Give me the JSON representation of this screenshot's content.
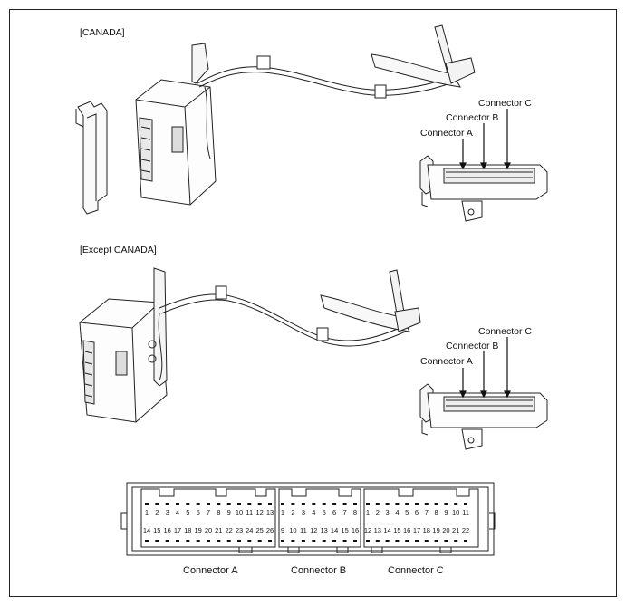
{
  "sections": {
    "canada": {
      "title": "[CANADA]",
      "connector_c": "Connector C",
      "connector_b": "Connector B",
      "connector_a": "Connector A"
    },
    "except_canada": {
      "title": "[Except CANADA]",
      "connector_c": "Connector C",
      "connector_b": "Connector B",
      "connector_a": "Connector A"
    }
  },
  "pinout": {
    "connector_a": {
      "label": "Connector A",
      "top_pins": [
        "1",
        "2",
        "3",
        "4",
        "5",
        "6",
        "7",
        "8",
        "9",
        "10",
        "11",
        "12",
        "13"
      ],
      "bottom_pins": [
        "14",
        "15",
        "16",
        "17",
        "18",
        "19",
        "20",
        "21",
        "22",
        "23",
        "24",
        "25",
        "26"
      ]
    },
    "connector_b": {
      "label": "Connector B",
      "top_pins": [
        "1",
        "2",
        "3",
        "4",
        "5",
        "6",
        "7",
        "8"
      ],
      "bottom_pins": [
        "9",
        "10",
        "11",
        "12",
        "13",
        "14",
        "15",
        "16"
      ]
    },
    "connector_c": {
      "label": "Connector C",
      "top_pins": [
        "1",
        "2",
        "3",
        "4",
        "5",
        "6",
        "7",
        "8",
        "9",
        "10",
        "11"
      ],
      "bottom_pins": [
        "12",
        "13",
        "14",
        "15",
        "16",
        "17",
        "18",
        "19",
        "20",
        "21",
        "22"
      ]
    }
  }
}
